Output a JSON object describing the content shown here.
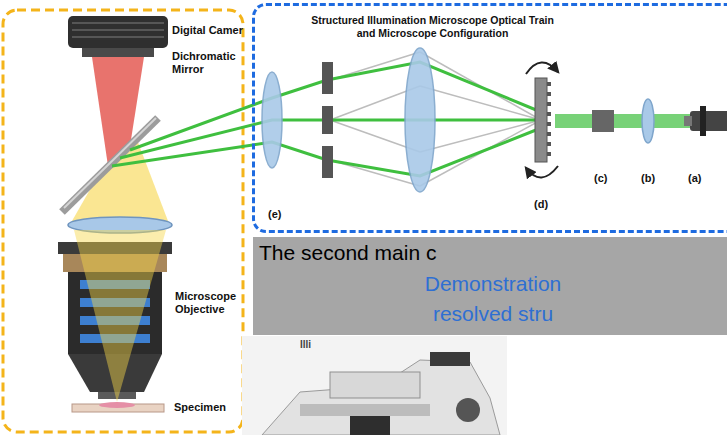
{
  "diagram": {
    "nodes": [
      {
        "text": [
          "Structured Illumination Microscope Optical Train and Microscope Configuration"
        ]
      },
      {
        "text": [
          "The second main c",
          "Demonstration resolved stru"
        ]
      }
    ],
    "labels": [
      "Digital Camer",
      "Dichromatic Mirror",
      "Microscope Objective",
      "Specimen",
      "(e)",
      "(d)",
      "(c)",
      "(b)",
      "(a)",
      "Illi"
    ]
  }
}
